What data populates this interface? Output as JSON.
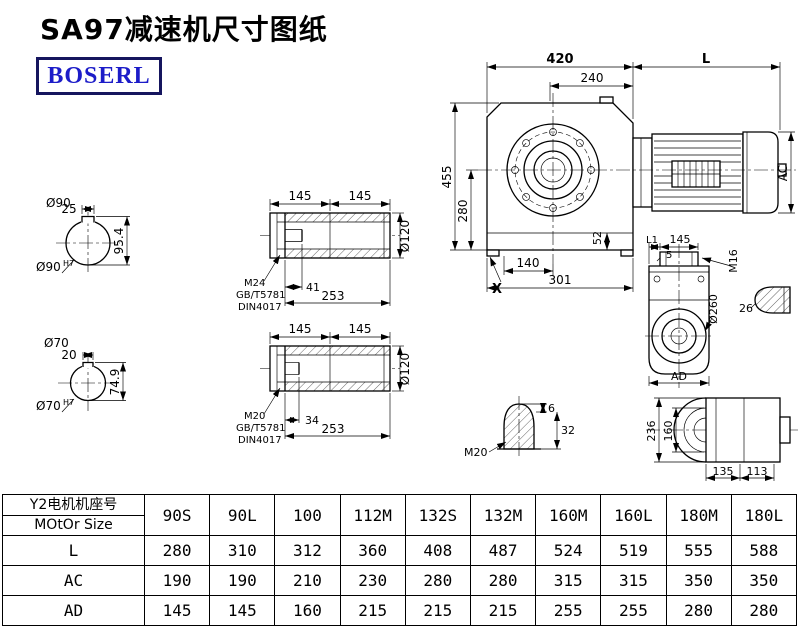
{
  "page": {
    "title": "SA97减速机尺寸图纸",
    "brand": "BOSERL",
    "brand_color": "#1c1cc8"
  },
  "drawing": {
    "main_view": {
      "dim_420": "420",
      "dim_L": "L",
      "dim_240": "240",
      "dim_455": "455",
      "dim_280": "280",
      "dim_AC": "AC",
      "dim_52": "52",
      "dim_140": "140",
      "dim_301": "301",
      "label_X": "X"
    },
    "shaft_section_90": {
      "dia": "Ø90",
      "key_width": "25",
      "height": "95.4",
      "bore": "Ø90",
      "bore_tol": "H7"
    },
    "shaft_section_70": {
      "dia": "Ø70",
      "key_width": "20",
      "height": "74.9",
      "bore": "Ø70",
      "bore_tol": "H7"
    },
    "hollow_shaft_top": {
      "len_a": "145",
      "len_b": "145",
      "dia": "Ø120",
      "thread": "M24",
      "std_gb": "GB/T5781",
      "std_din": "DIN4017",
      "bolt_len": "41",
      "total_len": "253"
    },
    "hollow_shaft_bottom": {
      "len_a": "145",
      "len_b": "145",
      "dia": "Ø120",
      "thread": "M20",
      "std_gb": "GB/T5781",
      "std_din": "DIN4017",
      "bolt_len": "34",
      "total_len": "253"
    },
    "side_view": {
      "dim_L1": "L1",
      "dim_145": "145",
      "dim_5": "5",
      "thread": "M16",
      "dia": "Ø260",
      "dim_26": "26",
      "dim_AD": "AD"
    },
    "plug_detail": {
      "thread": "M20",
      "dim_6": "6",
      "dim_32": "32"
    },
    "output_view": {
      "dim_236": "236",
      "dim_160": "160",
      "dim_135": "135",
      "dim_113": "113"
    }
  },
  "table": {
    "header": {
      "line1": "Y2电机机座号",
      "line2": "MOtOr Size"
    },
    "columns": [
      "90S",
      "90L",
      "100",
      "112M",
      "132S",
      "132M",
      "160M",
      "160L",
      "180M",
      "180L"
    ],
    "rows": [
      {
        "label": "L",
        "values": [
          "280",
          "310",
          "312",
          "360",
          "408",
          "487",
          "524",
          "519",
          "555",
          "588"
        ]
      },
      {
        "label": "AC",
        "values": [
          "190",
          "190",
          "210",
          "230",
          "280",
          "280",
          "315",
          "315",
          "350",
          "350"
        ]
      },
      {
        "label": "AD",
        "values": [
          "145",
          "145",
          "160",
          "215",
          "215",
          "215",
          "255",
          "255",
          "280",
          "280"
        ]
      }
    ]
  }
}
